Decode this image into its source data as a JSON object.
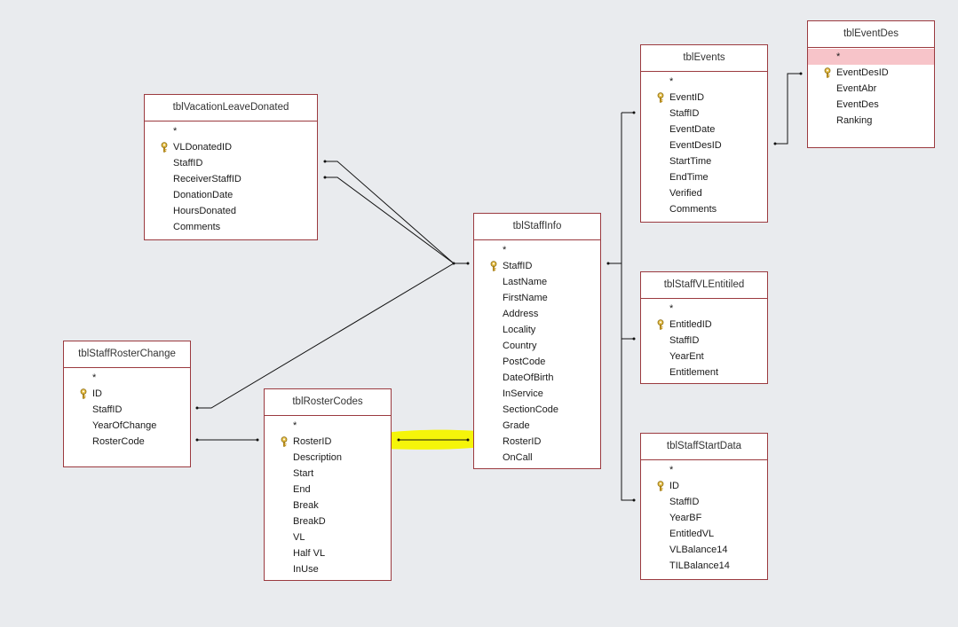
{
  "colors": {
    "background": "#e9ebee",
    "table_border": "#9b3a3f",
    "selected_row": "#f7c4c9",
    "highlight": "#f5f50a",
    "key_icon": "#d6a82a"
  },
  "tables": {
    "vacation": {
      "title": "tblVacationLeaveDonated",
      "fields": [
        "*",
        "VLDonatedID",
        "StaffID",
        "ReceiverStaffID",
        "DonationDate",
        "HoursDonated",
        "Comments"
      ],
      "key_index": 1
    },
    "roster_change": {
      "title": "tblStaffRosterChange",
      "fields": [
        "*",
        "ID",
        "StaffID",
        "YearOfChange",
        "RosterCode"
      ],
      "key_index": 1
    },
    "roster_codes": {
      "title": "tblRosterCodes",
      "fields": [
        "*",
        "RosterID",
        "Description",
        "Start",
        "End",
        "Break",
        "BreakD",
        "VL",
        "Half VL",
        "InUse"
      ],
      "key_index": 1
    },
    "staff_info": {
      "title": "tblStaffInfo",
      "fields": [
        "*",
        "StaffID",
        "LastName",
        "FirstName",
        "Address",
        "Locality",
        "Country",
        "PostCode",
        "DateOfBirth",
        "InService",
        "SectionCode",
        "Grade",
        "RosterID",
        "OnCall"
      ],
      "key_index": 1
    },
    "events": {
      "title": "tblEvents",
      "fields": [
        "*",
        "EventID",
        "StaffID",
        "EventDate",
        "EventDesID",
        "StartTime",
        "EndTime",
        "Verified",
        "Comments"
      ],
      "key_index": 1
    },
    "event_des": {
      "title": "tblEventDes",
      "fields": [
        "*",
        "EventDesID",
        "EventAbr",
        "EventDes",
        "Ranking"
      ],
      "key_index": 1,
      "selected_index": 0
    },
    "vl_entitled": {
      "title": "tblStaffVLEntitiled",
      "fields": [
        "*",
        "EntitledID",
        "StaffID",
        "YearEnt",
        "Entitlement"
      ],
      "key_index": 1
    },
    "start_data": {
      "title": "tblStaffStartData",
      "fields": [
        "*",
        "ID",
        "StaffID",
        "YearBF",
        "EntitledVL",
        "VLBalance14",
        "TILBalance14"
      ],
      "key_index": 1
    }
  }
}
